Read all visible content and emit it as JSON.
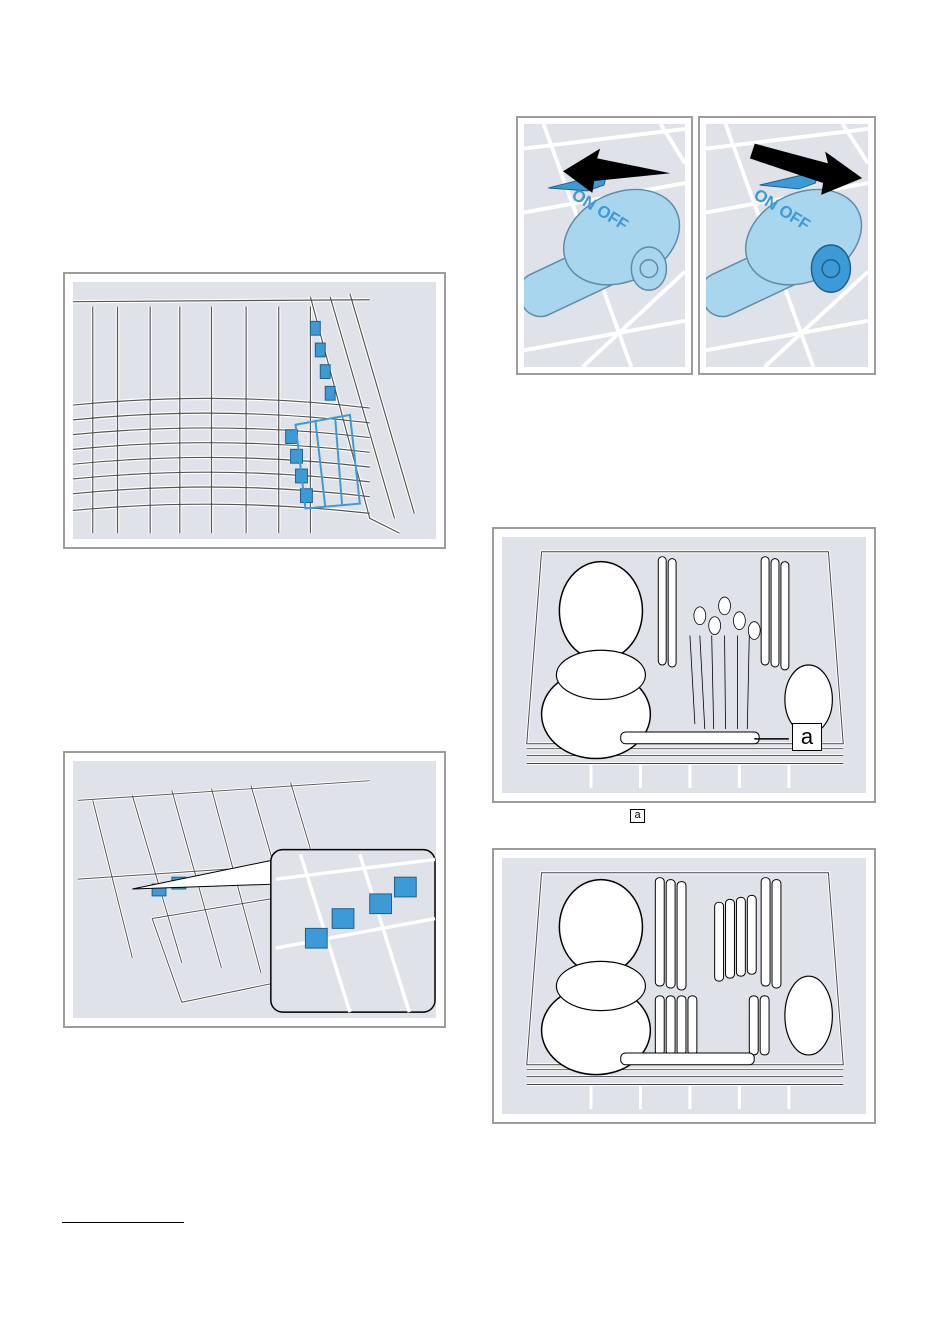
{
  "figures": {
    "upper_basket_racks": {
      "icon": "rack-tines-illustration"
    },
    "cutlery_drawer_switch_on": {
      "label": "ON OFF",
      "icon": "switch-on-illustration"
    },
    "cutlery_drawer_switch_off": {
      "label": "ON OFF",
      "icon": "switch-off-illustration"
    },
    "basket_removal": {
      "icon": "basket-removal-illustration"
    },
    "loaded_basket_cutlery": {
      "callout": "a",
      "icon": "loaded-basket-illustration"
    },
    "loaded_basket_plates": {
      "icon": "loaded-basket-plates-illustration"
    }
  },
  "caption": {
    "callout": "a"
  },
  "colors": {
    "frame": "#9d9d9d",
    "panel": "#dfe2e8",
    "accent_blue": "#3c9bd6",
    "light_blue": "#a9d6ef"
  }
}
